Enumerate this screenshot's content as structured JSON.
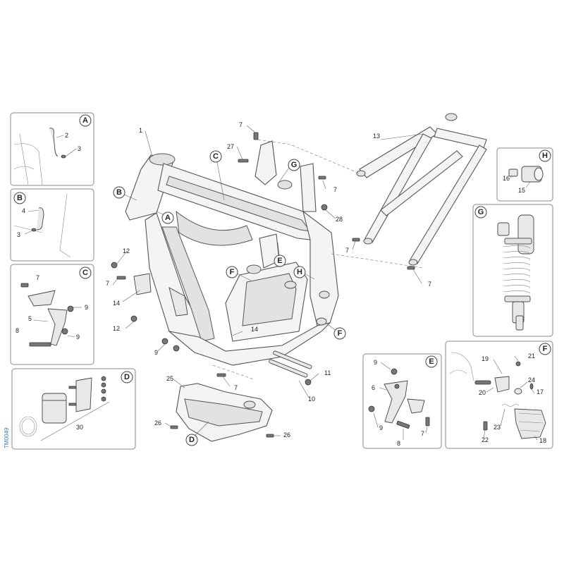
{
  "diagram_id": "TM0049",
  "callout_letters": {
    "A": "A",
    "B": "B",
    "C": "C",
    "D": "D",
    "E": "E",
    "F": "F",
    "G": "G",
    "H": "H"
  },
  "part_numbers": {
    "p1": "1",
    "p2": "2",
    "p3": "3",
    "p4": "4",
    "p5": "5",
    "p6": "6",
    "p7": "7",
    "p8": "8",
    "p9": "9",
    "p10": "10",
    "p11": "11",
    "p12": "12",
    "p13": "13",
    "p14": "14",
    "p15": "15",
    "p16": "16",
    "p17": "17",
    "p18": "18",
    "p19": "19",
    "p20": "20",
    "p21": "21",
    "p22": "22",
    "p23": "23",
    "p24": "24",
    "p25": "25",
    "p26": "26",
    "p27": "27",
    "p28": "28",
    "p30": "30"
  },
  "colors": {
    "tm_label": "#3a7fb8",
    "outline": "#444444",
    "fill": "#eeeeee"
  }
}
